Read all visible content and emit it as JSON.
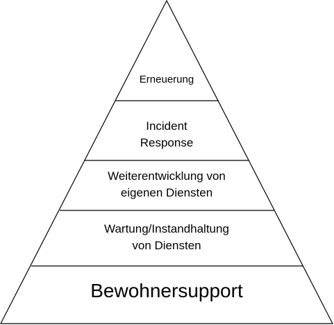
{
  "diagram": {
    "levels": [
      {
        "lines": [
          "Erneuerung"
        ]
      },
      {
        "lines": [
          "Incident",
          "Response"
        ]
      },
      {
        "lines": [
          "Weiterentwicklung von",
          "eigenen Diensten"
        ]
      },
      {
        "lines": [
          "Wartung/Instandhaltung",
          "von Diensten"
        ]
      },
      {
        "lines": [
          "Bewohnersupport"
        ]
      }
    ]
  }
}
